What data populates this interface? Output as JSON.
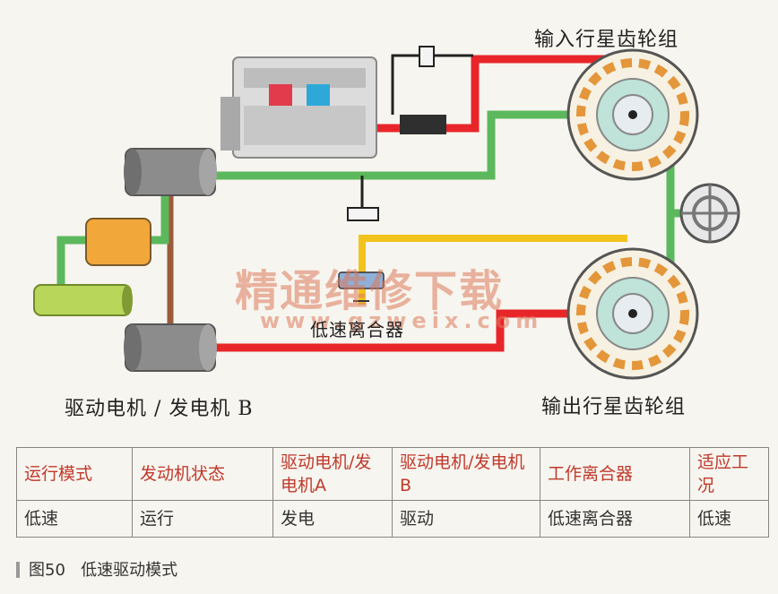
{
  "labels": {
    "input_planetary": "输入行星齿轮组",
    "output_planetary": "输出行星齿轮组",
    "motor_b": "驱动电机 / 发电机 B",
    "low_speed_clutch": "低速离合器"
  },
  "watermark": {
    "main": "精通维修下载",
    "url": "www.gzweix.com"
  },
  "table": {
    "headers": [
      "运行模式",
      "发动机状态",
      "驱动电机/发电机A",
      "驱动电机/发电机B",
      "工作离合器",
      "适应工况"
    ],
    "row": [
      "低速",
      "运行",
      "发电",
      "驱动",
      "低速离合器",
      "低速"
    ]
  },
  "caption": {
    "fig": "图50",
    "title": "低速驱动模式"
  },
  "colors": {
    "mechanical_green": "#5cb85c",
    "electric_red": "#e8262a",
    "clutch_yellow": "#f2c31b",
    "header_red": "#c0392b"
  }
}
